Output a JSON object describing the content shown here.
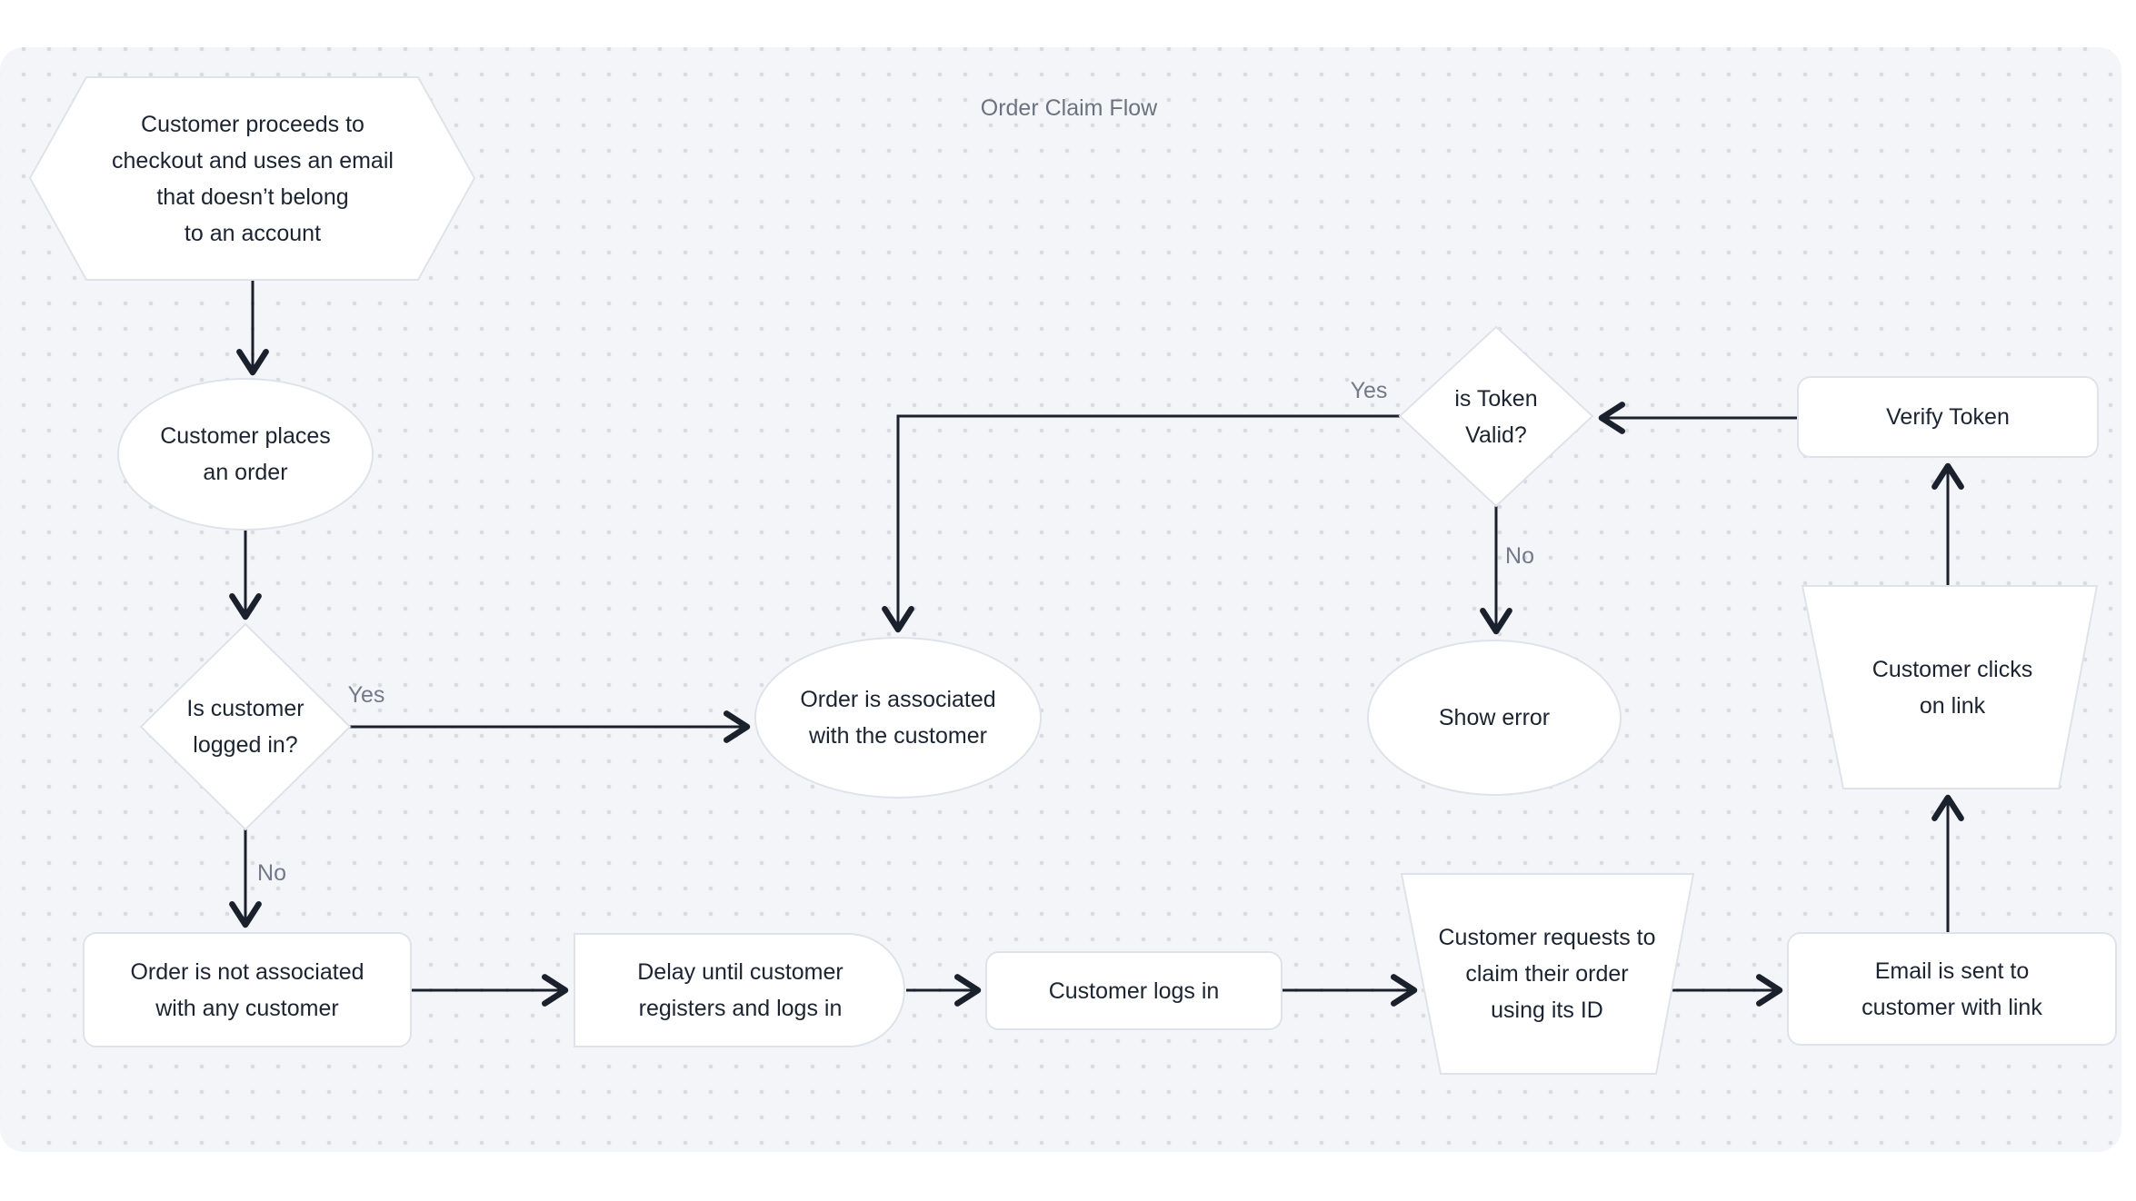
{
  "title": "Order Claim Flow",
  "colors": {
    "canvas_background": "#f4f5f8",
    "dot_grid": "#d8dbe1",
    "node_fill": "#ffffff",
    "node_border": "#dfe3e9",
    "connector": "#1a202c",
    "node_text": "#1c2431",
    "edge_label_text": "#71798a",
    "title_text": "#6b7280"
  },
  "nodes": {
    "checkout": {
      "shape": "hexagon",
      "text": "Customer proceeds to\ncheckout and uses an email\nthat doesn’t belong\nto an account"
    },
    "place_order": {
      "shape": "ellipse",
      "text": "Customer places\nan order"
    },
    "logged_in": {
      "shape": "diamond",
      "text": "Is customer\nlogged in?"
    },
    "order_associated": {
      "shape": "ellipse",
      "text": "Order is associated\nwith the customer"
    },
    "order_not_associated": {
      "shape": "rounded-rect",
      "text": "Order is not associated\nwith any customer"
    },
    "delay": {
      "shape": "delay",
      "text": "Delay until customer\nregisters and logs in"
    },
    "logs_in": {
      "shape": "rounded-rect",
      "text": "Customer logs in"
    },
    "claim_request": {
      "shape": "trapezoid",
      "text": "Customer requests to\nclaim their order\nusing its ID"
    },
    "email_sent": {
      "shape": "rounded-rect",
      "text": "Email is sent to\ncustomer with link"
    },
    "clicks_link": {
      "shape": "trapezoid",
      "text": "Customer clicks\non link"
    },
    "verify_token": {
      "shape": "rounded-rect",
      "text": "Verify Token"
    },
    "token_valid": {
      "shape": "diamond",
      "text": "is Token\nValid?"
    },
    "show_error": {
      "shape": "ellipse",
      "text": "Show error"
    }
  },
  "edge_labels": {
    "logged_in_yes": "Yes",
    "logged_in_no": "No",
    "token_valid_yes": "Yes",
    "token_valid_no": "No"
  }
}
